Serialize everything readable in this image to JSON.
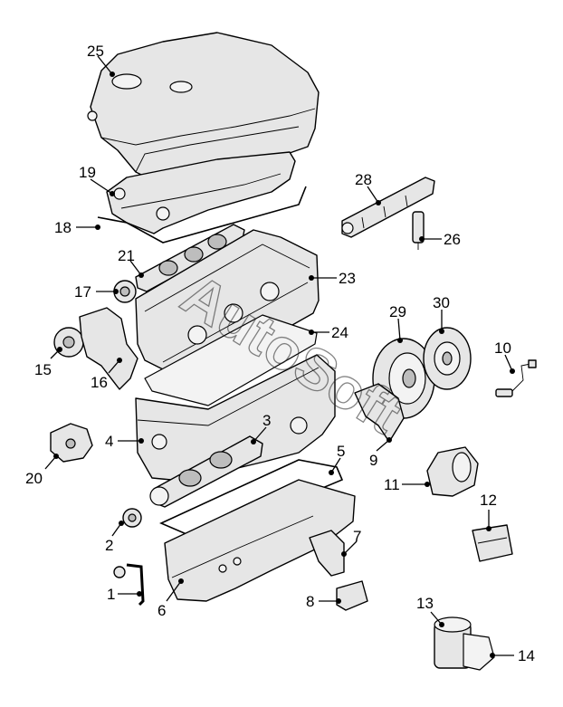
{
  "callouts": [
    {
      "id": "25",
      "label": "25"
    },
    {
      "id": "19",
      "label": "19"
    },
    {
      "id": "18",
      "label": "18"
    },
    {
      "id": "28",
      "label": "28"
    },
    {
      "id": "26",
      "label": "26"
    },
    {
      "id": "21",
      "label": "21"
    },
    {
      "id": "23",
      "label": "23"
    },
    {
      "id": "17",
      "label": "17"
    },
    {
      "id": "29",
      "label": "29"
    },
    {
      "id": "30",
      "label": "30"
    },
    {
      "id": "24",
      "label": "24"
    },
    {
      "id": "15",
      "label": "15"
    },
    {
      "id": "16",
      "label": "16"
    },
    {
      "id": "10",
      "label": "10"
    },
    {
      "id": "3",
      "label": "3"
    },
    {
      "id": "4",
      "label": "4"
    },
    {
      "id": "20",
      "label": "20"
    },
    {
      "id": "9",
      "label": "9"
    },
    {
      "id": "5",
      "label": "5"
    },
    {
      "id": "11",
      "label": "11"
    },
    {
      "id": "12",
      "label": "12"
    },
    {
      "id": "2",
      "label": "2"
    },
    {
      "id": "7",
      "label": "7"
    },
    {
      "id": "1",
      "label": "1"
    },
    {
      "id": "6",
      "label": "6"
    },
    {
      "id": "8",
      "label": "8"
    },
    {
      "id": "13",
      "label": "13"
    },
    {
      "id": "14",
      "label": "14"
    }
  ],
  "watermark": "AutoSoft"
}
